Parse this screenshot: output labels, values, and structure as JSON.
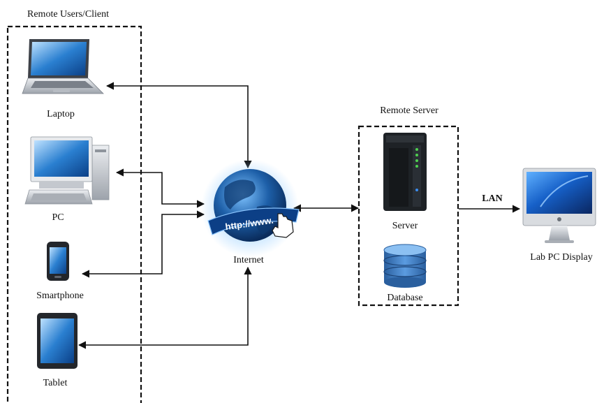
{
  "groups": {
    "clients_title": "Remote Users/Client",
    "server_title": "Remote Server"
  },
  "nodes": {
    "laptop": "Laptop",
    "pc": "PC",
    "smartphone": "Smartphone",
    "tablet": "Tablet",
    "internet": "Internet",
    "server": "Server",
    "database": "Database",
    "lab_display": "Lab PC Display"
  },
  "links": {
    "lan": "LAN",
    "globe_text": "http://www."
  },
  "colors": {
    "globe_blue": "#1d5fa8",
    "screen_blue": "#2a7fd0",
    "server_body": "#1e2226",
    "server_led": "#4fd14f",
    "db_blue": "#3f7fc3",
    "device_silver": "#c9ccd1",
    "line": "#111111"
  }
}
